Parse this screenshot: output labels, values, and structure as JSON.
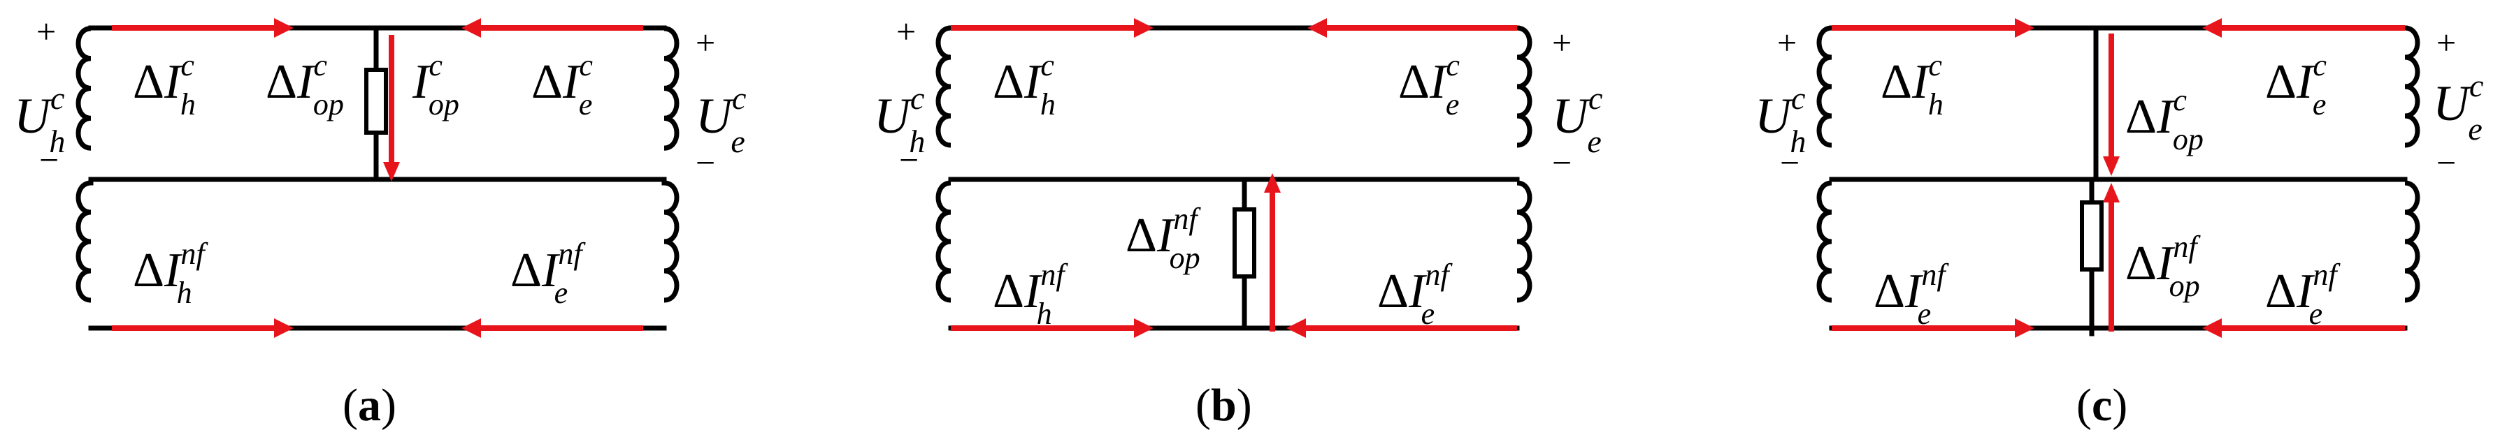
{
  "panels": [
    {
      "id": "a",
      "caption": "a",
      "top_left_label": {
        "base": "U",
        "sup": "c",
        "sub": "h"
      },
      "top_right_label": {
        "base": "U",
        "sup": "c",
        "sub": "e"
      },
      "plus": "+",
      "minus": "−",
      "delta": "Δ",
      "currents": {
        "top_left": {
          "base": "I",
          "sup": "c",
          "sub": "h"
        },
        "top_mid": {
          "base": "I",
          "sup": "c",
          "sub": "op"
        },
        "top_branch": {
          "base": "I",
          "sup": "c",
          "sub": "op"
        },
        "top_right": {
          "base": "I",
          "sup": "c",
          "sub": "e"
        },
        "bottom_left": {
          "base": "I",
          "sup": "nf",
          "sub": "h"
        },
        "bottom_right": {
          "base": "I",
          "sup": "nf",
          "sub": "e"
        }
      }
    },
    {
      "id": "b",
      "caption": "b",
      "top_left_label": {
        "base": "U",
        "sup": "c",
        "sub": "h"
      },
      "top_right_label": {
        "base": "U",
        "sup": "c",
        "sub": "e"
      },
      "plus": "+",
      "minus": "−",
      "delta": "Δ",
      "currents": {
        "top_left": {
          "base": "I",
          "sup": "c",
          "sub": "h"
        },
        "top_right": {
          "base": "I",
          "sup": "c",
          "sub": "e"
        },
        "bottom_mid": {
          "base": "I",
          "sup": "nf",
          "sub": "op"
        },
        "bottom_left": {
          "base": "I",
          "sup": "nf",
          "sub": "h"
        },
        "bottom_right": {
          "base": "I",
          "sup": "nf",
          "sub": "e"
        }
      }
    },
    {
      "id": "c",
      "caption": "c",
      "top_left_label": {
        "base": "U",
        "sup": "c",
        "sub": "h"
      },
      "top_right_label": {
        "base": "U",
        "sup": "c",
        "sub": "e"
      },
      "plus": "+",
      "minus": "−",
      "delta": "Δ",
      "currents": {
        "top_left": {
          "base": "I",
          "sup": "c",
          "sub": "h"
        },
        "top_mid": {
          "base": "I",
          "sup": "c",
          "sub": "op"
        },
        "top_right": {
          "base": "I",
          "sup": "c",
          "sub": "e"
        },
        "bottom_mid": {
          "base": "I",
          "sup": "nf",
          "sub": "op"
        },
        "bottom_left": {
          "base": "I",
          "sup": "nf",
          "sub": "e"
        },
        "bottom_right": {
          "base": "I",
          "sup": "nf",
          "sub": "e"
        }
      }
    }
  ]
}
